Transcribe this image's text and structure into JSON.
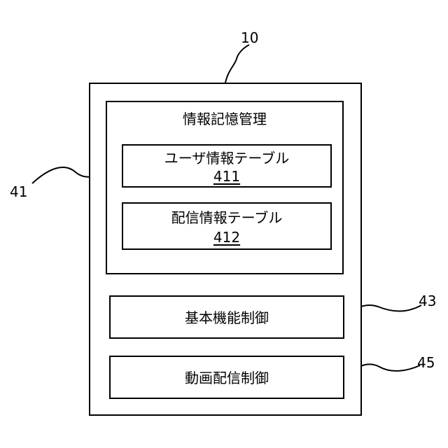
{
  "device": {
    "ref": "10"
  },
  "storage": {
    "ref": "41",
    "title": "情報記憶管理",
    "tables": [
      {
        "name": "ユーザ情報テーブル",
        "ref": "411"
      },
      {
        "name": "配信情報テーブル",
        "ref": "412"
      }
    ]
  },
  "basic_control": {
    "ref": "43",
    "title": "基本機能制御"
  },
  "video_control": {
    "ref": "45",
    "title": "動画配信制御"
  }
}
